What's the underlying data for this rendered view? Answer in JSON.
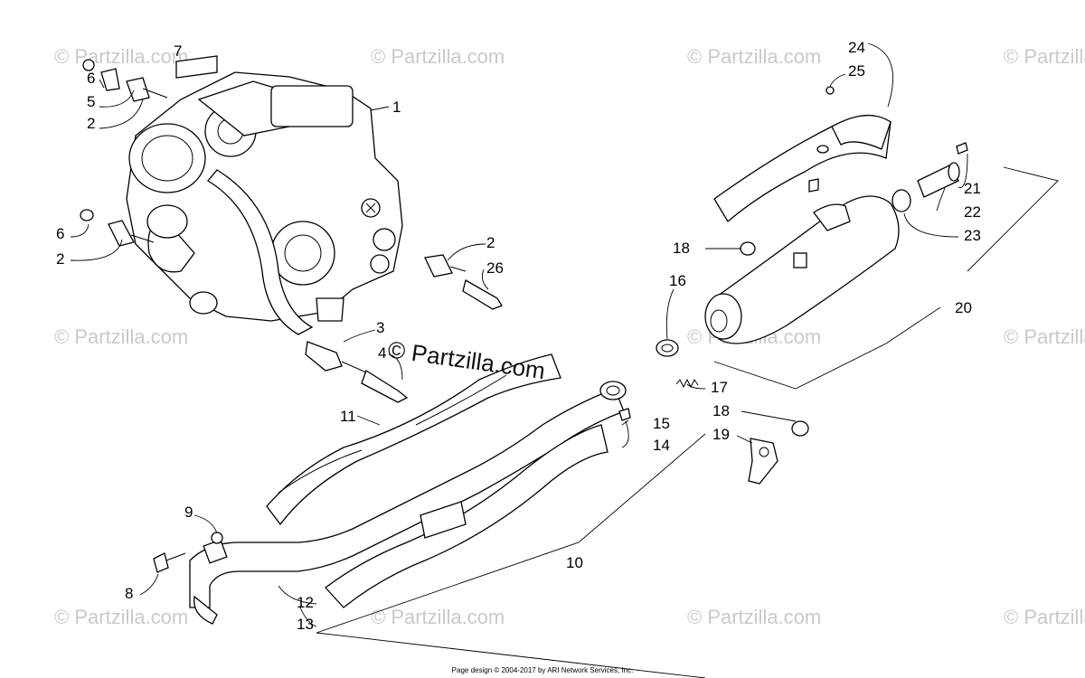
{
  "watermark": {
    "text": "© Partzilla.com",
    "center_text": "© Partzilla.com"
  },
  "callouts": [
    "1",
    "2",
    "3",
    "4",
    "5",
    "6",
    "7",
    "8",
    "9",
    "10",
    "11",
    "12",
    "13",
    "14",
    "15",
    "16",
    "17",
    "18",
    "19",
    "20",
    "21",
    "22",
    "23",
    "24",
    "25",
    "26"
  ],
  "footer": {
    "text": "Page design © 2004-2017 by ARI Network Services, Inc."
  }
}
